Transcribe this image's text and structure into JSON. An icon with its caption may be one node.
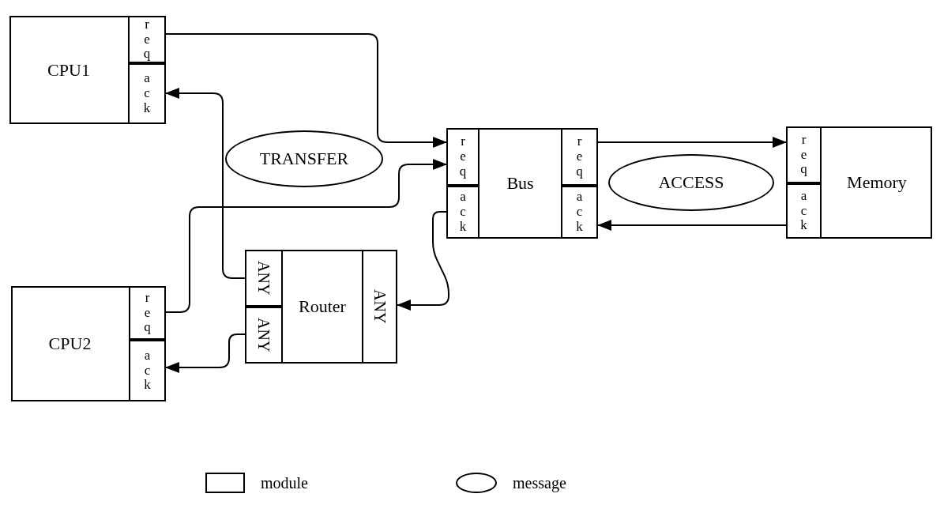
{
  "diagram": {
    "nodes": [
      {
        "text": [
          "CPU1"
        ]
      },
      {
        "text": [
          "req"
        ],
        "in": 0
      },
      {
        "text": [
          "ack"
        ],
        "in": 0
      },
      {
        "text": [
          "TRANSFER"
        ]
      },
      {
        "text": [
          "Bus"
        ]
      },
      {
        "text": [
          "req"
        ],
        "in": 4
      },
      {
        "text": [
          "ack"
        ],
        "in": 4
      },
      {
        "text": [
          "req"
        ],
        "in": 4
      },
      {
        "text": [
          "ack"
        ],
        "in": 4
      },
      {
        "text": [
          "ACCESS"
        ]
      },
      {
        "text": [
          "Memory"
        ]
      },
      {
        "text": [
          "req"
        ],
        "in": 10
      },
      {
        "text": [
          "ack"
        ],
        "in": 10
      },
      {
        "text": [
          "Router"
        ]
      },
      {
        "text": [
          "ANY"
        ],
        "in": 13
      },
      {
        "text": [
          "ANY"
        ],
        "in": 13
      },
      {
        "text": [
          "ANY"
        ],
        "in": 13
      },
      {
        "text": [
          "CPU2"
        ]
      },
      {
        "text": [
          "req"
        ],
        "in": 17
      },
      {
        "text": [
          "ack"
        ],
        "in": 17
      }
    ],
    "edges": [
      {
        "from": 1,
        "to": 5,
        "arrow": "to"
      },
      {
        "from": 14,
        "to": 2,
        "arrow": "to"
      },
      {
        "from": 18,
        "to": 5,
        "arrow": "to"
      },
      {
        "from": 6,
        "to": 16,
        "arrow": "to"
      },
      {
        "from": 15,
        "to": 19,
        "arrow": "to"
      },
      {
        "from": 7,
        "to": 11,
        "arrow": "to"
      },
      {
        "from": 12,
        "to": 8,
        "arrow": "to"
      }
    ],
    "legend": [
      {
        "text": "module"
      },
      {
        "text": "message"
      }
    ]
  }
}
